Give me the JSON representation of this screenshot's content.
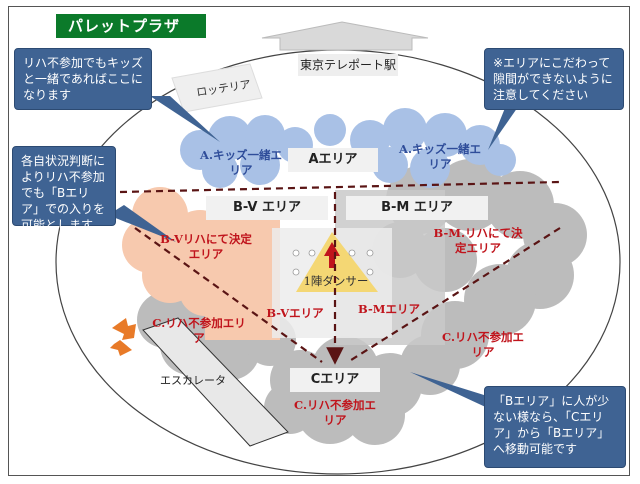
{
  "title": "パレットプラザ",
  "station": "東京テレポート駅",
  "lotteria": "ロッテリア",
  "escalator": "エスカレータ",
  "callouts": {
    "top_left": "リハ不参加でもキッズと一緒であればここになります",
    "top_right": "※エリアにこだわって隙間ができないように注意してください",
    "left": "各自状況判断によりリハ不参加でも「Bエリア」での入りを可能とします",
    "bottom_right": "「Bエリア」に人が少ない様なら、「Cエリア」から「Bエリア」へ移動可能です"
  },
  "areas": {
    "a": "Aエリア",
    "bv": "B-V エリア",
    "bm": "B-M エリア",
    "c": "Cエリア"
  },
  "labels": {
    "kids_left": "A.キッズ一緒エリア",
    "kids_right": "A.キッズ一緒エリア",
    "bv_decided": "B-Vリハにて決定エリア",
    "bm_decided": "B-M.リハにて決定エリア",
    "first_dancer": "1陣ダンサー",
    "bv_area": "B-Vエリア",
    "bm_area": "B-Mエリア",
    "c_left": "C.リハ不参加エリア",
    "c_right": "C.リハ不参加エリア",
    "c_bottom": "C.リハ不参加エリア"
  },
  "colors": {
    "title_bg": "#0b7a2a",
    "callout_bg": "#3f6393",
    "kids_cloud": "#a9c1e6",
    "bv_cloud": "#f7c9ae",
    "c_cloud": "#b9b9b9",
    "dancer_triangle": "#f4d774",
    "dash_line": "#5a1414",
    "text_blue": "#2f4d9a",
    "text_red": "#c0141c"
  }
}
